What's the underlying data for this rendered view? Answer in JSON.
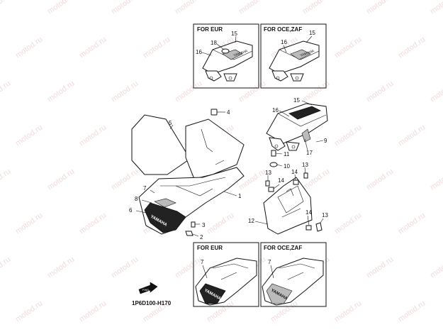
{
  "watermark": "motod.ru",
  "inset_headers": {
    "top_left": "FOR EUR",
    "top_right": "FOR OCE,ZAF",
    "bottom_left": "FOR EUR",
    "bottom_right": "FOR OCE,ZAF"
  },
  "callouts": {
    "c1": "1",
    "c2": "2",
    "c3": "3",
    "c4": "4",
    "c5": "5",
    "c6": "6",
    "c7": "7",
    "c8": "8",
    "c9": "9",
    "c10": "10",
    "c11": "11",
    "c12": "12",
    "c13a": "13",
    "c13b": "13",
    "c13c": "13",
    "c14a": "14",
    "c14b": "14",
    "c14c": "14",
    "c15": "15",
    "c16": "16",
    "c17": "17",
    "t15a": "15",
    "t16a": "16",
    "t18a": "18",
    "t15b": "15",
    "t16b": "16",
    "b7a": "7",
    "b7b": "7"
  },
  "brand_text": "YAMAHA",
  "reference_code": "1P6D100-H170",
  "direction_badge": "FWD"
}
